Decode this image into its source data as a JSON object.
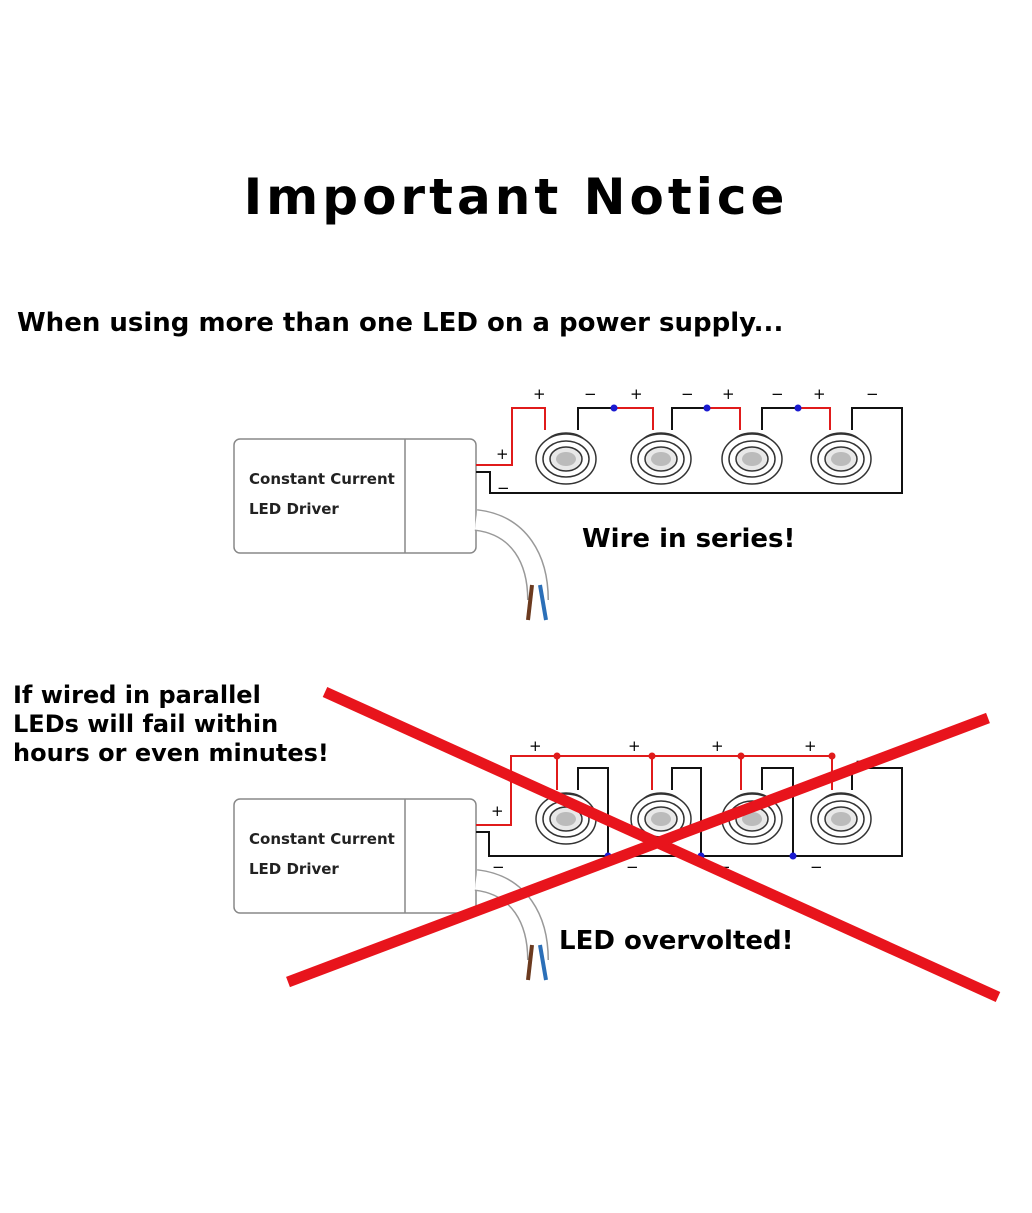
{
  "title": "Important Notice",
  "subtitle": "When using more than one LED on a power supply...",
  "driver": {
    "line1": "Constant Current",
    "line2": "LED Driver"
  },
  "polarity": {
    "plus": "+",
    "minus": "−"
  },
  "series_caption": "Wire in series!",
  "parallel_warning": [
    "If wired in parallel",
    "LEDs will fail within",
    "hours or even minutes!"
  ],
  "parallel_caption": "LED overvolted!",
  "colors": {
    "positive_wire": "#e01b1b",
    "negative_wire": "#111111",
    "junction": "#1a1ad0",
    "cross": "#e8141c"
  },
  "led_count": 4
}
